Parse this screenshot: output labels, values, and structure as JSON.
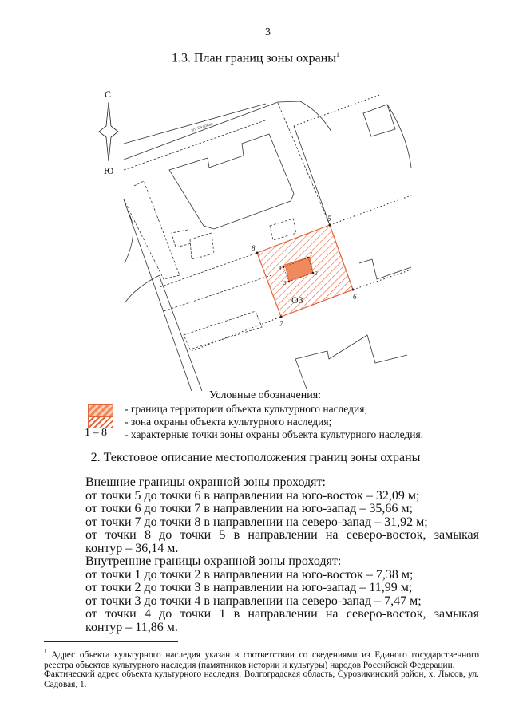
{
  "page_number": "3",
  "title": "1.3. План границ зоны охраны",
  "title_footnote_mark": "1",
  "map": {
    "compass_north": "С",
    "compass_south": "Ю",
    "street_label": "ул. Садовая",
    "zone_label": "ОЗ",
    "outer_points": [
      "5",
      "6",
      "7",
      "8"
    ],
    "inner_points": [
      "1",
      "2",
      "3",
      "4"
    ],
    "colors": {
      "zone": "#e8643a",
      "object": "#f08a5d"
    }
  },
  "legend": {
    "title": "Условные обозначения:",
    "items": [
      {
        "symbol": "hatch-filled",
        "text": "- граница территории объекта культурного наследия;"
      },
      {
        "symbol": "hatch",
        "text": "- зона охраны объекта культурного наследия;"
      },
      {
        "symbol": "1 – 8",
        "text": "- характерные точки зоны охраны объекта культурного наследия."
      }
    ]
  },
  "section2": {
    "title": "2. Текстовое описание местоположения границ зоны охраны",
    "outer_heading": "Внешние границы охранной зоны проходят:",
    "outer": [
      "от точки 5 до точки 6 в направлении на юго-восток – 32,09 м;",
      "от точки 6 до точки 7 в направлении на юго-запад – 35,66 м;",
      "от точки 7 до точки 8 в направлении на северо-запад – 31,92 м;",
      "от точки 8 до точки 5 в направлении на северо-восток, замыкая",
      "контур – 36,14 м."
    ],
    "inner_heading": "Внутренние границы охранной зоны проходят:",
    "inner": [
      "от точки 1 до точки 2 в направлении на юго-восток – 7,38 м;",
      "от точки 2 до точки 3 в направлении на юго-запад – 11,99 м;",
      "от точки 3 до точки 4 в направлении на северо-запад – 7,47 м;",
      "от точки 4 до точки 1 в направлении на северо-восток, замыкая",
      "контур – 11,86 м."
    ]
  },
  "footnote": {
    "mark": "1",
    "text1": "Адрес объекта культурного наследия указан в соответствии со сведениями из Единого государственного реестра объектов культурного наследия (памятников истории и культуры) народов Российской Федерации.",
    "text2": "Фактический адрес объекта культурного наследия: Волгоградская область, Суровикинский район, х. Лысов, ул. Садовая, 1."
  }
}
